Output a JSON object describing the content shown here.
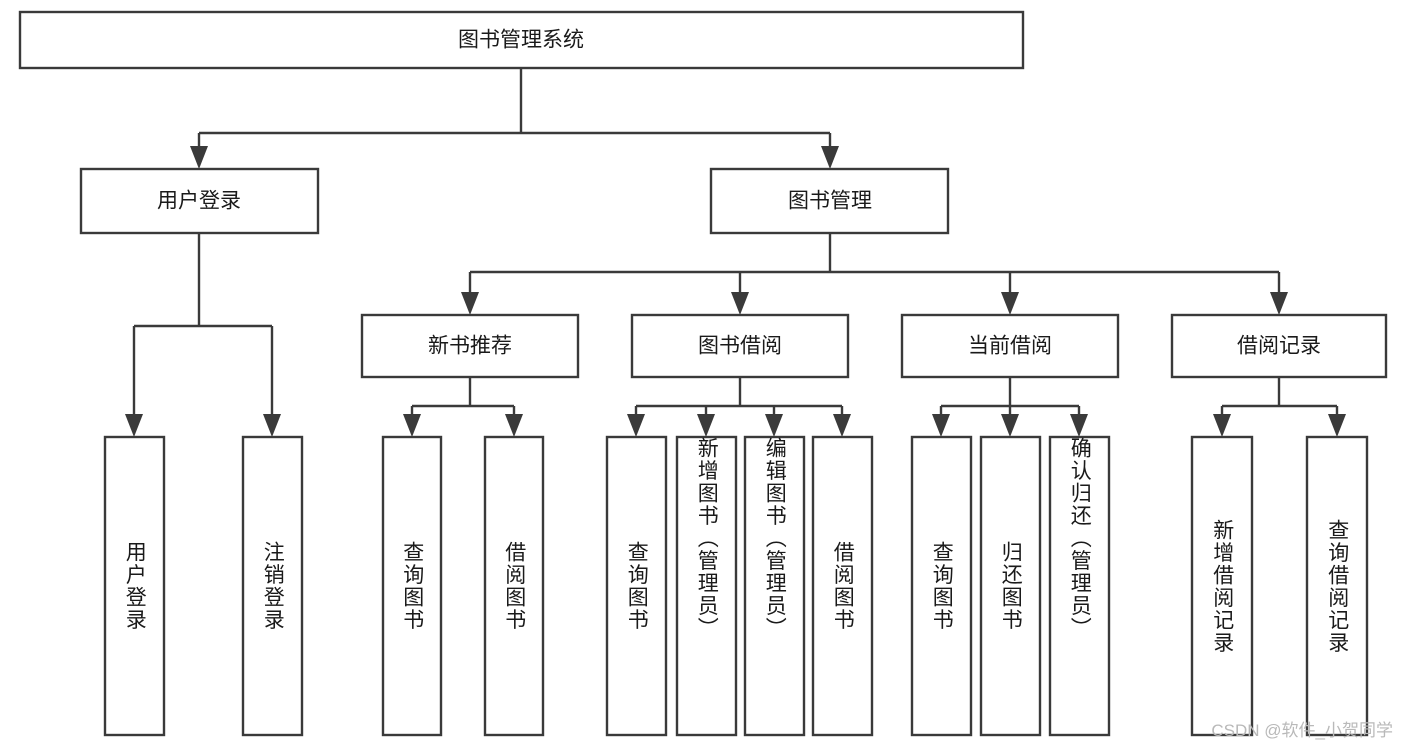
{
  "diagram": {
    "type": "tree-hierarchy",
    "title_node": "图书管理系统",
    "watermark": "CSDN @软件_小贺同学",
    "colors": {
      "box_stroke": "#3a3a3a",
      "box_fill": "#ffffff",
      "text": "#1a1a1a",
      "connector": "#3a3a3a",
      "watermark": "#b9b9b9",
      "background": "#ffffff"
    },
    "root": {
      "label": "图书管理系统"
    },
    "level1": [
      {
        "label": "用户登录"
      },
      {
        "label": "图书管理"
      }
    ],
    "level2": [
      {
        "label": "新书推荐"
      },
      {
        "label": "图书借阅"
      },
      {
        "label": "当前借阅"
      },
      {
        "label": "借阅记录"
      }
    ],
    "leaves": {
      "user_login": [
        {
          "label": "用户登录"
        },
        {
          "label": "注销登录"
        }
      ],
      "new_book_recommend": [
        {
          "label": "查询图书"
        },
        {
          "label": "借阅图书"
        }
      ],
      "book_borrow": [
        {
          "label": "查询图书"
        },
        {
          "label": "新增图书（管理员）"
        },
        {
          "label": "编辑图书（管理员）"
        },
        {
          "label": "借阅图书"
        }
      ],
      "current_borrow": [
        {
          "label": "查询图书"
        },
        {
          "label": "归还图书"
        },
        {
          "label": "确认归还（管理员）"
        }
      ],
      "borrow_record": [
        {
          "label": "新增借阅记录"
        },
        {
          "label": "查询借阅记录"
        }
      ]
    }
  }
}
